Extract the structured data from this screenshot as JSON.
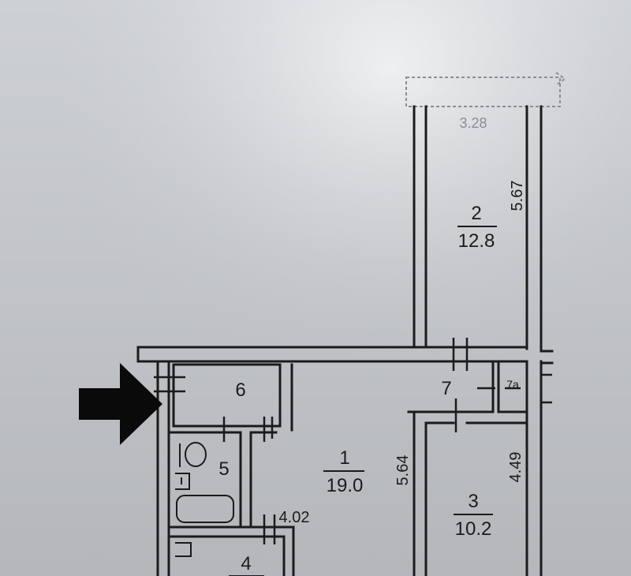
{
  "plan": {
    "rooms": [
      {
        "id": "1",
        "number": "1",
        "area": "19.0"
      },
      {
        "id": "2",
        "number": "2",
        "area": "12.8"
      },
      {
        "id": "3",
        "number": "3",
        "area": "10.2"
      },
      {
        "id": "4",
        "number": "4"
      },
      {
        "id": "5",
        "number": "5"
      },
      {
        "id": "6",
        "number": "6"
      },
      {
        "id": "7",
        "number": "7"
      },
      {
        "id": "7a",
        "number": "7a"
      }
    ],
    "dimensions": {
      "balcony_width": "3.28",
      "room2_length": "5.67",
      "room1_length": "5.64",
      "room3_length": "4.49",
      "bath_width": "4.02"
    }
  },
  "colors": {
    "paper": "#cfd2d6",
    "ink": "#1b1b1b",
    "arrow": "#0a0a0a",
    "faint_ink": "#8a8d92"
  }
}
